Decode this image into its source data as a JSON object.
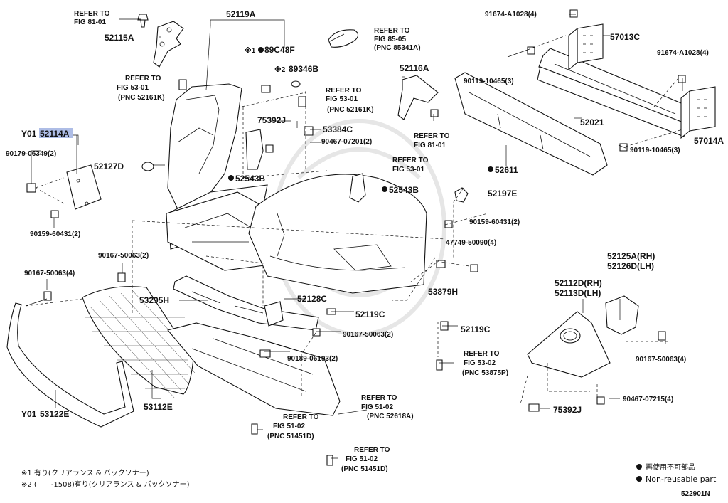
{
  "diagram": {
    "labels": {
      "p52119A": "52119A",
      "p52115A": "52115A",
      "refer_fig81_a_1": "REFER TO",
      "refer_fig81_a_2": "FIG 81-01",
      "note1_mark": "※1",
      "p89C48F": "89C48F",
      "note2_mark": "※2",
      "p89346B": "89346B",
      "refer_fig85_1": "REFER TO",
      "refer_fig85_2": "FIG 85-05",
      "refer_fig85_3": "(PNC 85341A)",
      "refer_fig53_a_1": "REFER TO",
      "refer_fig53_a_2": "FIG 53-01",
      "refer_fig53_a_3": "(PNC 52161K)",
      "refer_fig53_b_1": "REFER TO",
      "refer_fig53_b_2": "FIG 53-01",
      "refer_fig53_b_3": "(PNC 52161K)",
      "p52116A": "52116A",
      "refer_fig81_b_1": "REFER TO",
      "refer_fig81_b_2": "FIG 81-01",
      "p91674_top": "91674-A1028(4)",
      "p57013C": "57013C",
      "p91674_right": "91674-A1028(4)",
      "p90119_left": "90119-10465(3)",
      "p52021": "52021",
      "p57014A": "57014A",
      "p90119_right": "90119-10465(3)",
      "y01_prefix": "Y01",
      "p52114A": "52114A",
      "p90179": "90179-06349(2)",
      "p52127D": "52127D",
      "p75392J_top": "75392J",
      "p53384C": "53384C",
      "p90467_07201": "90467-07201(2)",
      "p52543B_left": "52543B",
      "refer_fig53_c_1": "REFER TO",
      "refer_fig53_c_2": "FIG 53-01",
      "p52543B_right": "52543B",
      "p52611": "52611",
      "p52197E": "52197E",
      "p90159_right": "90159-60431(2)",
      "p90159_left": "90159-60431(2)",
      "p47749": "47749-50090(4)",
      "p90167_top2": "90167-50063(2)",
      "p90167_left4": "90167-50063(4)",
      "p53879H": "53879H",
      "p52125A": "52125A(RH)",
      "p52126D": "52126D(LH)",
      "p52112D": "52112D(RH)",
      "p52113D": "52113D(LH)",
      "p53295H": "53295H",
      "p52128C": "52128C",
      "p52119C_a": "52119C",
      "p52119C_b": "52119C",
      "p90167_mid2": "90167-50063(2)",
      "p90189": "90189-06193(2)",
      "refer_fig53_d_1": "REFER TO",
      "refer_fig53_d_2": "FIG 53-02",
      "refer_fig53_d_3": "(PNC 53875P)",
      "p90167_right4": "90167-50063(4)",
      "p53112E": "53112E",
      "y01_prefix_b": "Y01",
      "p53122E": "53122E",
      "refer_fig51_a_1": "REFER TO",
      "refer_fig51_a_2": "FIG 51-02",
      "refer_fig51_a_3": "(PNC 52618A)",
      "refer_fig51_b_1": "REFER TO",
      "refer_fig51_b_2": "FIG 51-02",
      "refer_fig51_b_3": "(PNC 51451D)",
      "refer_fig51_c_1": "REFER TO",
      "refer_fig51_c_2": "FIG 51-02",
      "refer_fig51_c_3": "(PNC 51451D)",
      "p90467_07215": "90467-07215(4)",
      "p75392J_bottom": "75392J"
    },
    "notes": {
      "note1": "※1 有り(クリアランス & バックソナー)",
      "note2": "※2 (　　-1508)有り(クリアランス & バックソナー)"
    },
    "legend": {
      "jp": "再使用不可部品",
      "en": "Non-reusable part"
    },
    "diagram_id": "522901N",
    "colors": {
      "ink": "#111111",
      "highlight": "#aebde6",
      "watermark": "#e6e6e6"
    }
  }
}
